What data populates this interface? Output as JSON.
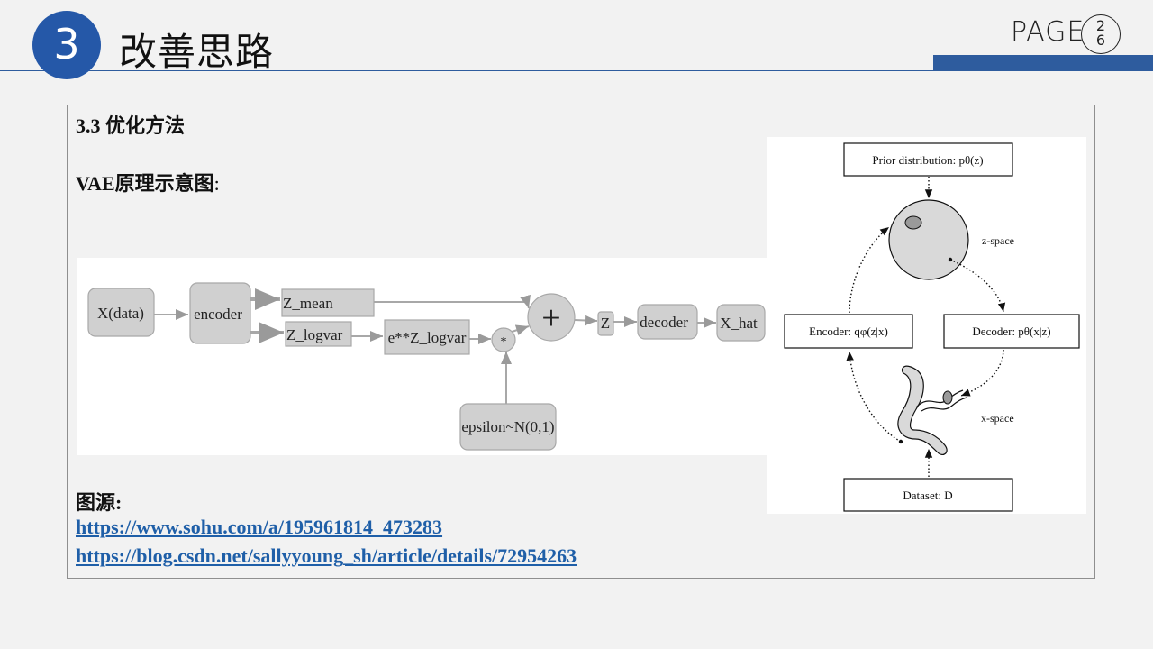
{
  "header": {
    "section_number": "3",
    "title": "改善思路",
    "page_label": "PAGE",
    "page_digits": [
      "2",
      "6"
    ]
  },
  "content": {
    "subtitle": "3.3 优化方法",
    "diagram_title": "VAE原理示意图",
    "diagram_title_suffix": ":",
    "source_label": "图源:",
    "links": [
      "https://www.sohu.com/a/195961814_473283",
      "https://blog.csdn.net/sallyyoung_sh/article/details/72954263"
    ]
  },
  "flow_diagram": {
    "nodes": {
      "x_data": "X(data)",
      "encoder": "encoder",
      "z_mean": "Z_mean",
      "z_logvar": "Z_logvar",
      "exp_logvar": "e**Z_logvar",
      "multiply": "*",
      "plus": "+",
      "z": "Z",
      "decoder": "decoder",
      "x_hat": "X_hat",
      "epsilon": "epsilon~N(0,1)"
    }
  },
  "vae_diagram": {
    "prior": "Prior distribution: pθ(z)",
    "z_space": "z-space",
    "encoder": "Encoder: qφ(z|x)",
    "decoder": "Decoder: pθ(x|z)",
    "x_space": "x-space",
    "dataset": "Dataset: D"
  },
  "colors": {
    "accent": "#2558a8",
    "link": "#1f5fa8",
    "node_fill": "#d0d0d0"
  }
}
